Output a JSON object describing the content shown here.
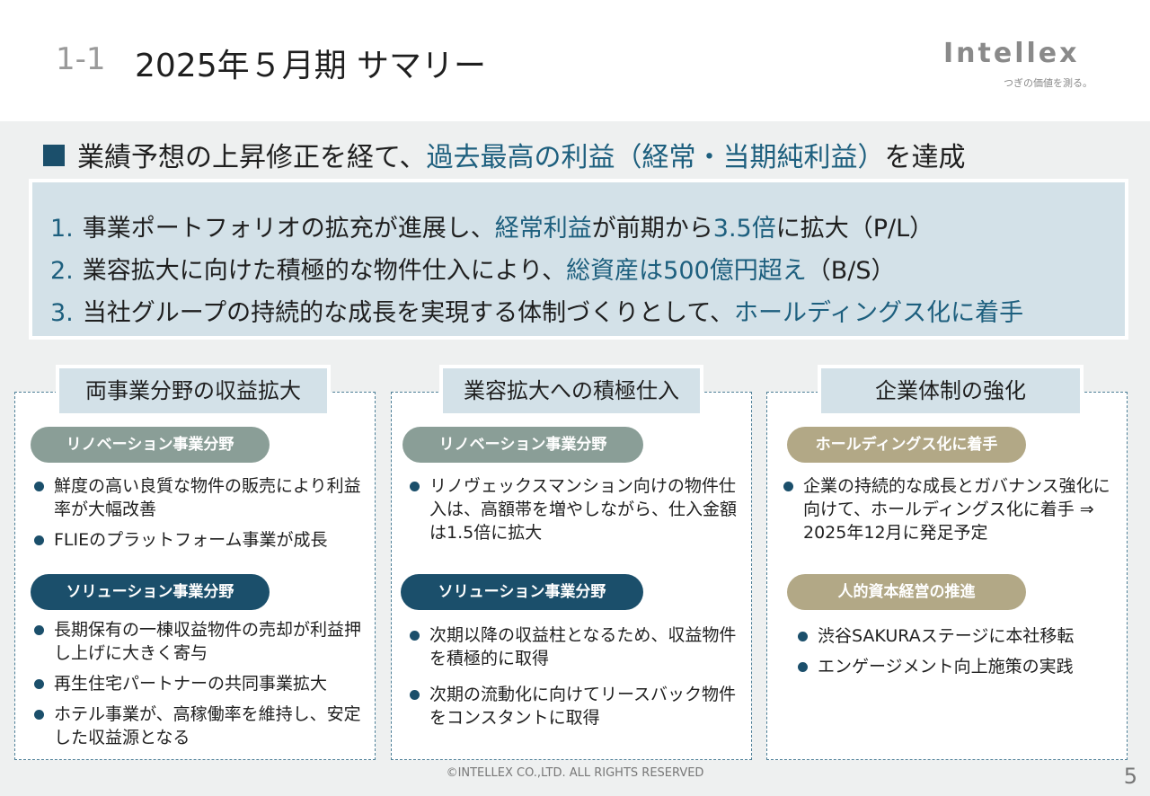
{
  "header": {
    "section_number": "1-1",
    "title": "2025年５月期 サマリー",
    "logo_text": "Intellex",
    "logo_tagline": "つぎの価値を測る。"
  },
  "headline": {
    "prefix": "業績予想の上昇修正を経て、",
    "highlight": "過去最高の利益（経常・当期純利益）",
    "suffix": "を達成"
  },
  "summary": [
    {
      "num": "1.",
      "pre": "事業ポートフォリオの拡充が進展し、",
      "hl1": "経常利益",
      "mid": "が前期から",
      "hl2": "3.5倍",
      "post": "に拡大（P/L）"
    },
    {
      "num": "2.",
      "pre": "業容拡大に向けた積極的な物件仕入により、",
      "hl1": "総資産は500億円超え",
      "post": "（B/S）"
    },
    {
      "num": "3.",
      "pre": "当社グループの持続的な成長を実現する体制づくりとして、",
      "hl1": "ホールディングス化に着手"
    }
  ],
  "columns": [
    {
      "title": "両事業分野の収益拡大",
      "sections": [
        {
          "label": "リノベーション事業分野",
          "items": [
            "鮮度の高い良質な物件の販売により利益率が大幅改善",
            "FLIEのプラットフォーム事業が成長"
          ]
        },
        {
          "label": "ソリューション事業分野",
          "items": [
            "長期保有の一棟収益物件の売却が利益押し上げに大きく寄与",
            "再生住宅パートナーの共同事業拡大",
            "ホテル事業が、高稼働率を維持し、安定した収益源となる"
          ]
        }
      ]
    },
    {
      "title": "業容拡大への積極仕入",
      "sections": [
        {
          "label": "リノベーション事業分野",
          "items": [
            "リノヴェックスマンション向けの物件仕入は、高額帯を増やしながら、仕入金額は1.5倍に拡大"
          ]
        },
        {
          "label": "ソリューション事業分野",
          "items": [
            "次期以降の収益柱となるため、収益物件を積極的に取得",
            "次期の流動化に向けてリースバック物件をコンスタントに取得"
          ]
        }
      ]
    },
    {
      "title": "企業体制の強化",
      "sections": [
        {
          "label": "ホールディングス化に着手",
          "items": [
            "企業の持続的な成長とガバナンス強化に向けて、ホールディングス化に着手 ⇒ 2025年12月に発足予定"
          ]
        },
        {
          "label": "人的資本経営の推進",
          "items": [
            "渋谷SAKURAステージに本社移転",
            "エンゲージメント向上施策の実践"
          ]
        }
      ]
    }
  ],
  "footer": {
    "copyright": "©INTELLEX CO.,LTD. ALL RIGHTS RESERVED",
    "page_number": "5"
  },
  "colors": {
    "navy": "#1b4f6b",
    "teal_text": "#1d5f7e",
    "light_blue": "#d3e1e8",
    "gray_green_pill": "#8a9e97",
    "tan_pill": "#b2a886"
  }
}
